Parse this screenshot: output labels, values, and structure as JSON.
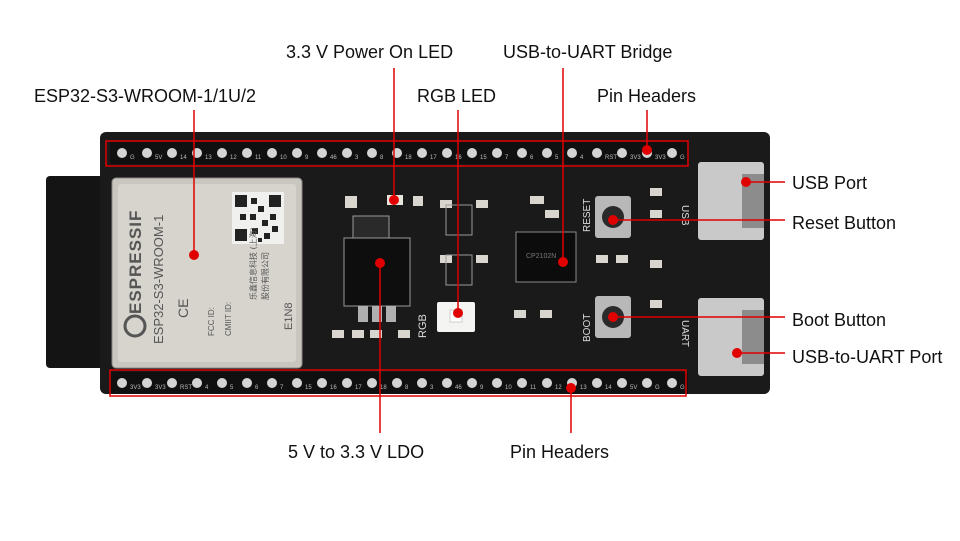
{
  "labels": {
    "module": "ESP32-S3-WROOM-1/1U/2",
    "power_led": "3.3 V Power On LED",
    "usb_uart_bridge": "USB-to-UART Bridge",
    "rgb_led": "RGB LED",
    "pin_headers_top": "Pin Headers",
    "usb_port": "USB Port",
    "reset_button": "Reset Button",
    "boot_button": "Boot Button",
    "usb_uart_port": "USB-to-UART Port",
    "ldo": "5 V to 3.3 V LDO",
    "pin_headers_bottom": "Pin Headers"
  },
  "board": {
    "module_brand": "ESPRESSIF",
    "module_model": "ESP32-S3-WROOM-1",
    "module_fcc": "FCC ID:",
    "module_cmiit": "CMIIT ID:",
    "module_maker": "乐鑫信息科技 (上海)",
    "module_maker2": "股份有限公司",
    "module_variant": "E1N8",
    "silk_rgb": "RGB",
    "silk_reset": "RESET",
    "silk_boot": "BOOT",
    "silk_usb": "USB",
    "silk_uart": "UART",
    "top_pins": [
      "G",
      "5V",
      "14",
      "13",
      "12",
      "11",
      "10",
      "9",
      "46",
      "3",
      "8",
      "18",
      "17",
      "16",
      "15",
      "7",
      "6",
      "5",
      "4",
      "RST",
      "3V3",
      "3V3",
      "G"
    ],
    "bottom_pins": [
      "3V3",
      "3V3",
      "RST",
      "4",
      "5",
      "6",
      "7",
      "15",
      "16",
      "17",
      "18",
      "8",
      "3",
      "46",
      "9",
      "10",
      "11",
      "12",
      "13",
      "14",
      "5V",
      "G",
      "G"
    ]
  },
  "colors": {
    "board": "#1a1a1a",
    "callout": "#e00000",
    "module_shield": "#c8c6bf"
  }
}
